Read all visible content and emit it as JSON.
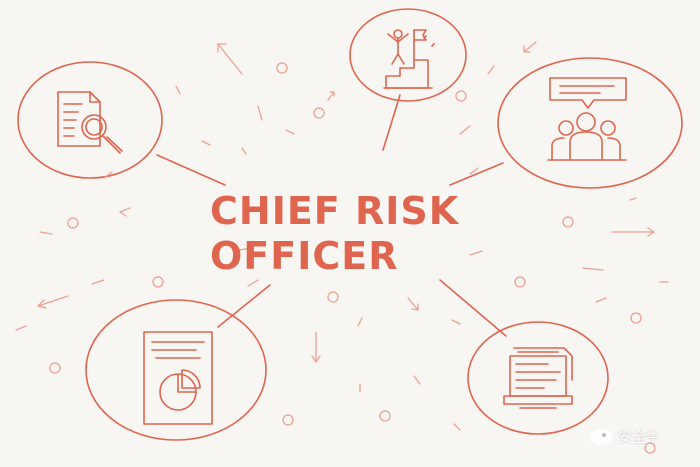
{
  "colors": {
    "background": "#f7f6f3",
    "accent": "#e0654f",
    "accent_light": "#eda090"
  },
  "title": {
    "line1": "CHIEF RISK",
    "line2": "OFFICER"
  },
  "nodes": [
    {
      "id": "top-left",
      "icon": "document-magnifier-icon"
    },
    {
      "id": "top",
      "icon": "success-stairs-flag-icon"
    },
    {
      "id": "top-right",
      "icon": "team-speech-bubble-icon"
    },
    {
      "id": "bottom-left",
      "icon": "report-pie-chart-icon"
    },
    {
      "id": "bottom-right",
      "icon": "computer-documents-icon"
    }
  ],
  "watermark": {
    "icon": "wechat-bubble-icon",
    "text": "安全牛"
  }
}
